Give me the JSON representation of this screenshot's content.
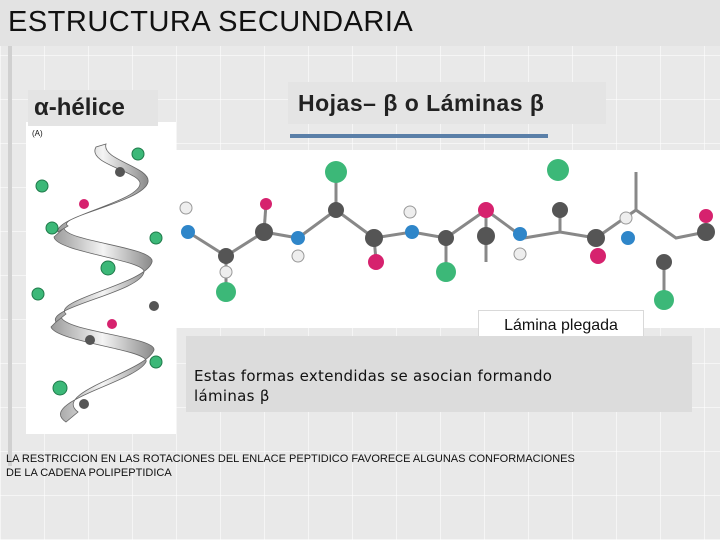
{
  "slide": {
    "title": "ESTRUCTURA  SECUNDARIA",
    "alpha_label": "α-hélice",
    "helix_panel_tag": "(A)",
    "sheet_label": "Hojas– β o Láminas β",
    "plegada_label": "Lámina plegada",
    "description": "Estas formas extendidas se asocian formando\nláminas β",
    "footer": "LA RESTRICCION EN LAS ROTACIONES DEL ENLACE PEPTIDICO FAVORECE ALGUNAS CONFORMACIONES\nDE LA CADENA POLIPEPTIDICA"
  },
  "colors": {
    "background": "#e9e9e9",
    "accent_rule": "#5a7fa8",
    "atom_carbon": "#555555",
    "atom_nitrogen": "#2f86c9",
    "atom_oxygen": "#d6226e",
    "atom_hydrogen": "#e8e8e8",
    "atom_sidechain": "#3cb878"
  }
}
